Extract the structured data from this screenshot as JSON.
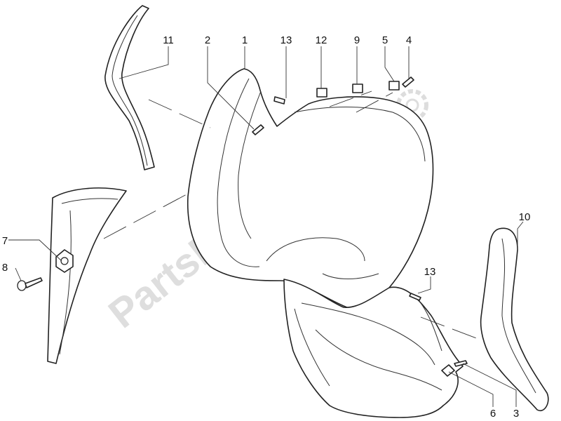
{
  "callouts": {
    "c1": "1",
    "c2": "2",
    "c3": "3",
    "c4": "4",
    "c5": "5",
    "c6": "6",
    "c7": "7",
    "c8": "8",
    "c9": "9",
    "c10": "10",
    "c11": "11",
    "c12": "12",
    "c13a": "13",
    "c13b": "13"
  },
  "watermark": {
    "text": "PartsRepublik",
    "logo_icon": "gear-icon"
  },
  "colors": {
    "line": "#222222",
    "watermark": "#d3d3d3",
    "background": "#ffffff"
  }
}
